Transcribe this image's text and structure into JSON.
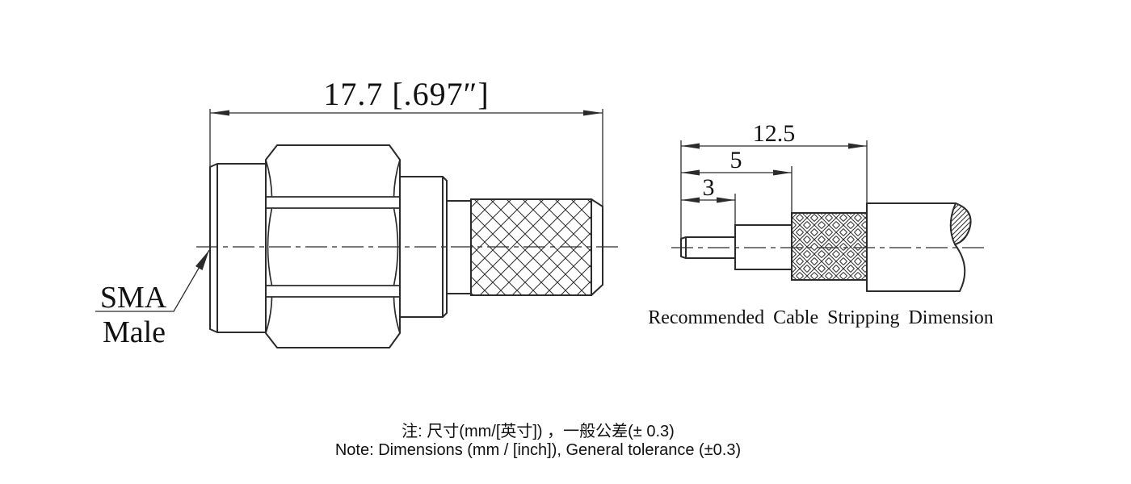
{
  "page": {
    "background": "#ffffff",
    "line_color": "#2b2b2b",
    "text_color": "#111111"
  },
  "connector_view": {
    "dimension_label": "17.7 [.697″]",
    "part_label_line1": "SMA",
    "part_label_line2": "Male"
  },
  "cable_view": {
    "dim_overall": "12.5",
    "dim_dielectric": "5",
    "dim_conductor": "3",
    "caption": "Recommended Cable Stripping Dimension"
  },
  "notes": {
    "line1_zh": "注: 尺寸(mm/[英寸]) ，一般公差(± 0.3)",
    "line2_en": "Note: Dimensions (mm / [inch]), General tolerance (±0.3)"
  }
}
